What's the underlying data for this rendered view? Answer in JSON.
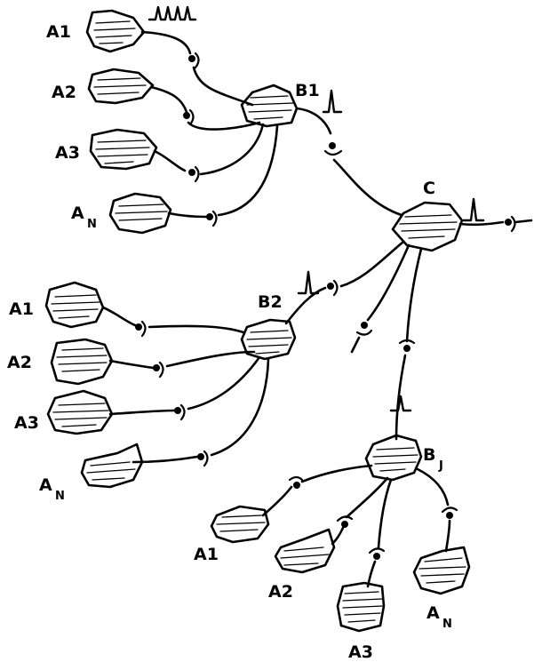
{
  "diagram": {
    "labels": {
      "top_a1": "A1",
      "top_a2": "A2",
      "top_a3": "A3",
      "top_an_main": "A",
      "top_an_sub": "N",
      "b1": "B1",
      "c": "C",
      "mid_a1": "A1",
      "mid_a2": "A2",
      "mid_a3": "A3",
      "mid_an_main": "A",
      "mid_an_sub": "N",
      "b2": "B2",
      "bj_main": "B",
      "bj_sub": "J",
      "bot_a1": "A1",
      "bot_a2": "A2",
      "bot_a3": "A3",
      "bot_an_main": "A",
      "bot_an_sub": "N"
    }
  }
}
